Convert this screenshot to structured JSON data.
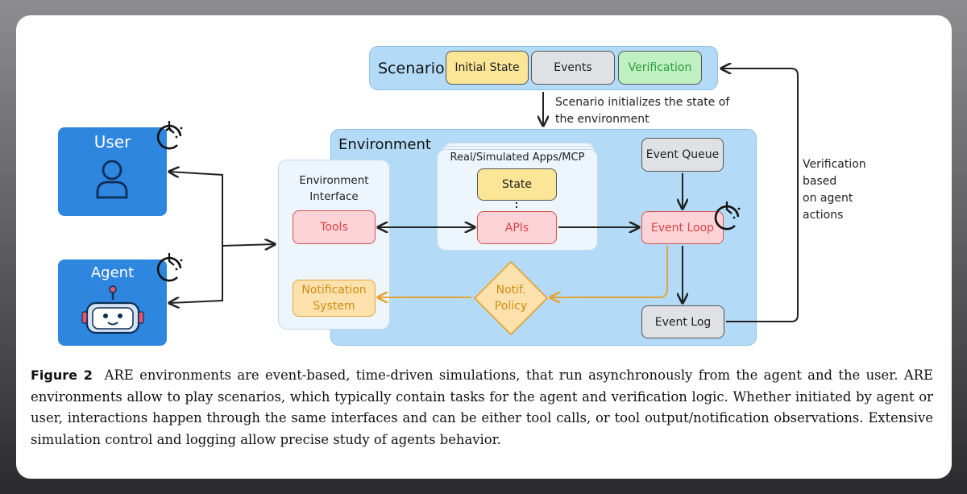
{
  "scenario": {
    "label": "Scenario",
    "chips": [
      "Initial State",
      "Events",
      "Verification"
    ]
  },
  "annotations": {
    "scenario_init": "Scenario initializes the state of\nthe environment",
    "verification": "Verification\nbased\non agent\nactions"
  },
  "actors": {
    "user": {
      "label": "User",
      "icon": "person-icon",
      "timer_icon": "clock-icon"
    },
    "agent": {
      "label": "Agent",
      "icon": "robot-icon",
      "timer_icon": "clock-icon"
    }
  },
  "environment": {
    "label": "Environment",
    "interface": {
      "label": "Environment\nInterface",
      "tools": "Tools",
      "notification_system": "Notification\nSystem"
    },
    "apps": {
      "label": "Real/Simulated Apps/MCP",
      "state": "State",
      "apis": "APIs"
    },
    "event_queue": "Event Queue",
    "event_loop": "Event Loop",
    "event_log": "Event Log",
    "notif_policy": "Notif.\nPolicy"
  },
  "colors": {
    "panel_blue": "#b3dbf8",
    "actor_blue": "#2e86de",
    "arrow_dark": "#222222",
    "arrow_orange": "#e6a333",
    "tools_red": "#d64545",
    "notification_orange": "#d08a12",
    "verification_green": "#2c9b3c"
  },
  "caption": {
    "label": "Figure 2",
    "text": "ARE environments are event-based, time-driven simulations, that run asynchronously from the agent and the user. ARE environments allow to play scenarios, which typically contain tasks for the agent and verification logic. Whether initiated by agent or user, interactions happen through the same interfaces and can be either tool calls, or tool output/notification observations. Extensive simulation control and logging allow precise study of agents behavior."
  }
}
